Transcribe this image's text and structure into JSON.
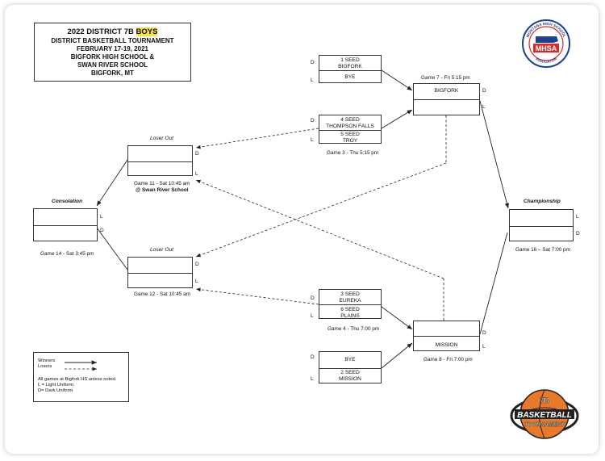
{
  "header": {
    "line1_a": "2022 DISTRICT 7B ",
    "line1_b": "BOYS",
    "line2": "DISTRICT BASKETBALL TOURNAMENT",
    "line3": "FEBRUARY 17-19, 2021",
    "line4": "BIGFORK HIGH SCHOOL &",
    "line5": "SWAN RIVER SCHOOL",
    "line6": "BIGFORK, MT"
  },
  "bracket": {
    "top_first": {
      "slot1_a": "1 SEED",
      "slot1_b": "BIGFORK",
      "slot2": "BYE"
    },
    "game3": {
      "slot1_a": "4 SEED",
      "slot1_b": "THOMPSON FALLS",
      "slot2_a": "5 SEED",
      "slot2_b": "TROY",
      "caption": "Game 3 - Thu 5:15 pm"
    },
    "game7": {
      "caption": "Game 7 - Fri 5:15 pm",
      "winner": "BIGFORK",
      "loser": ""
    },
    "game4": {
      "slot1_a": "3 SEED",
      "slot1_b": "EUREKA",
      "slot2_a": "6 SEED",
      "slot2_b": "PLAINS",
      "caption": "Game 4 - Thu 7:00 pm"
    },
    "bottom_first": {
      "slot1": "BYE",
      "slot2_a": "2 SEED",
      "slot2_b": "MISSION"
    },
    "game8": {
      "winner": "",
      "loser": "MISSION",
      "caption": "Game 8 - Fri 7:00 pm"
    },
    "game11": {
      "title": "Loser Out",
      "caption": "Game 11 - Sat 10:45 am",
      "venue": "@ Swan River School"
    },
    "game12": {
      "title": "Loser Out",
      "caption": "Game 12 - Sat 10:45 am"
    },
    "game14": {
      "title": "Consolation",
      "caption": "Game 14 - Sat 3:45 pm"
    },
    "game16": {
      "title": "Championship",
      "caption": "Game 16 – Sat 7:00 pm"
    },
    "uniform_d": "D",
    "uniform_l": "L"
  },
  "legend": {
    "winners": "Winners",
    "losers": "Losers",
    "note": "All games at Bigfork HS unless noted.",
    "light": "L = Light Uniform",
    "dark": "D= Dark Uniform"
  },
  "logos": {
    "mhsa_ring": "MONTANA HIGH SCHOOL ASSOCIATION",
    "mhsa_text": "MHSA",
    "ball_top": "7B",
    "ball_mid": "BASKETBALL",
    "ball_bottom": "TOURNAMENT"
  },
  "colors": {
    "highlight": "#f6e24a",
    "mhsa_red": "#d62b2b",
    "mhsa_blue": "#1f3f8f",
    "ball_orange": "#e8782a"
  }
}
